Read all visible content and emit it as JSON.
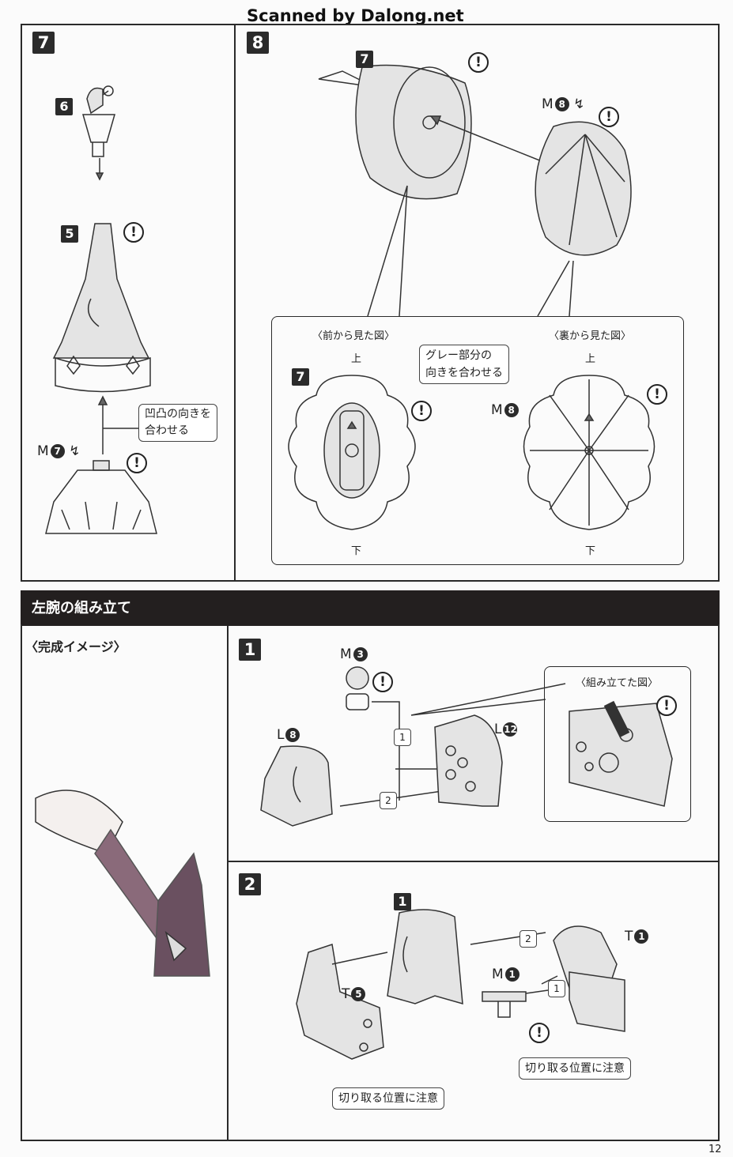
{
  "watermark": "Scanned by Dalong.net",
  "page_number": "12",
  "top": {
    "step7": {
      "number": "7",
      "parts": {
        "part6": "6",
        "part5": "5",
        "base": "M",
        "base_num": "7"
      },
      "callout": [
        "凹凸の向きを",
        "合わせる"
      ],
      "warn": "!"
    },
    "step8": {
      "number": "8",
      "parts": {
        "part7": "7",
        "cap": "M",
        "cap_num": "8"
      },
      "inset": {
        "front_title": "〈前から見た図〉",
        "back_title": "〈裏から見た図〉",
        "up": "上",
        "down": "下",
        "callout": [
          "グレー部分の",
          "向きを合わせる"
        ],
        "front_part": "7",
        "back_part": "M",
        "back_part_num": "8"
      }
    }
  },
  "section": {
    "title": "左腕の組み立て",
    "completed_image_label": "〈完成イメージ〉",
    "step1": {
      "number": "1",
      "parts": {
        "m": "M",
        "m_num": "3",
        "l8": "L",
        "l8_num": "8",
        "l12": "L",
        "l12_num": "12"
      },
      "seq": [
        "1",
        "2"
      ],
      "inset_title": "〈組み立てた図〉"
    },
    "step2": {
      "number": "2",
      "parts": {
        "p1": "1",
        "t1": "T",
        "t1_num": "1",
        "m1": "M",
        "m1_num": "1",
        "t5": "T",
        "t5_num": "5"
      },
      "seq": [
        "2",
        "1"
      ],
      "callout_right": "切り取る位置に注意",
      "callout_left": "切り取る位置に注意"
    }
  }
}
